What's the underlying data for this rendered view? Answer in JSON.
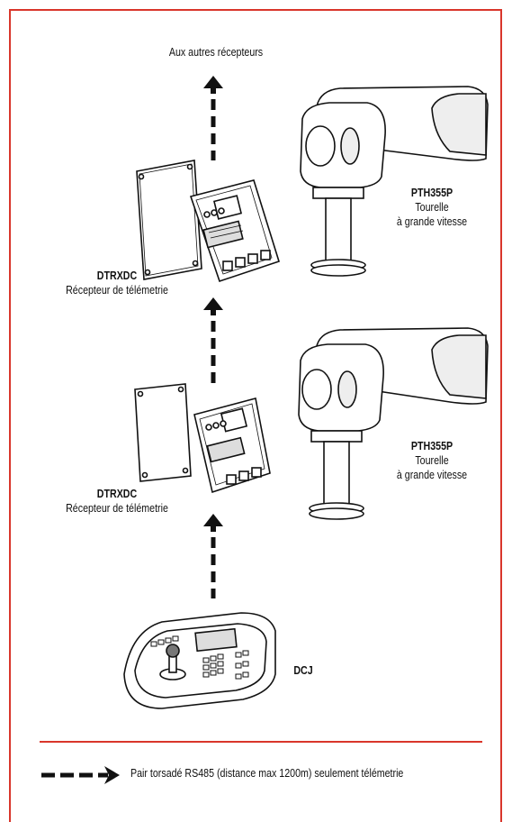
{
  "top_label": "Aux autres récepteurs",
  "receivers": [
    {
      "name": "DTRXDC",
      "description": "Récepteur de télémetrie"
    },
    {
      "name": "DTRXDC",
      "description": "Récepteur de télémetrie"
    }
  ],
  "turrets": [
    {
      "name": "PTH355P",
      "line1": "Tourelle",
      "line2": "à grande vitesse"
    },
    {
      "name": "PTH355P",
      "line1": "Tourelle",
      "line2": "à grande vitesse"
    }
  ],
  "controller": {
    "name": "DCJ"
  },
  "legend": {
    "text": "Pair torsadé RS485 (distance max 1200m) seulement télémetrie"
  },
  "colors": {
    "accent": "#d9362b",
    "line": "#111111"
  }
}
